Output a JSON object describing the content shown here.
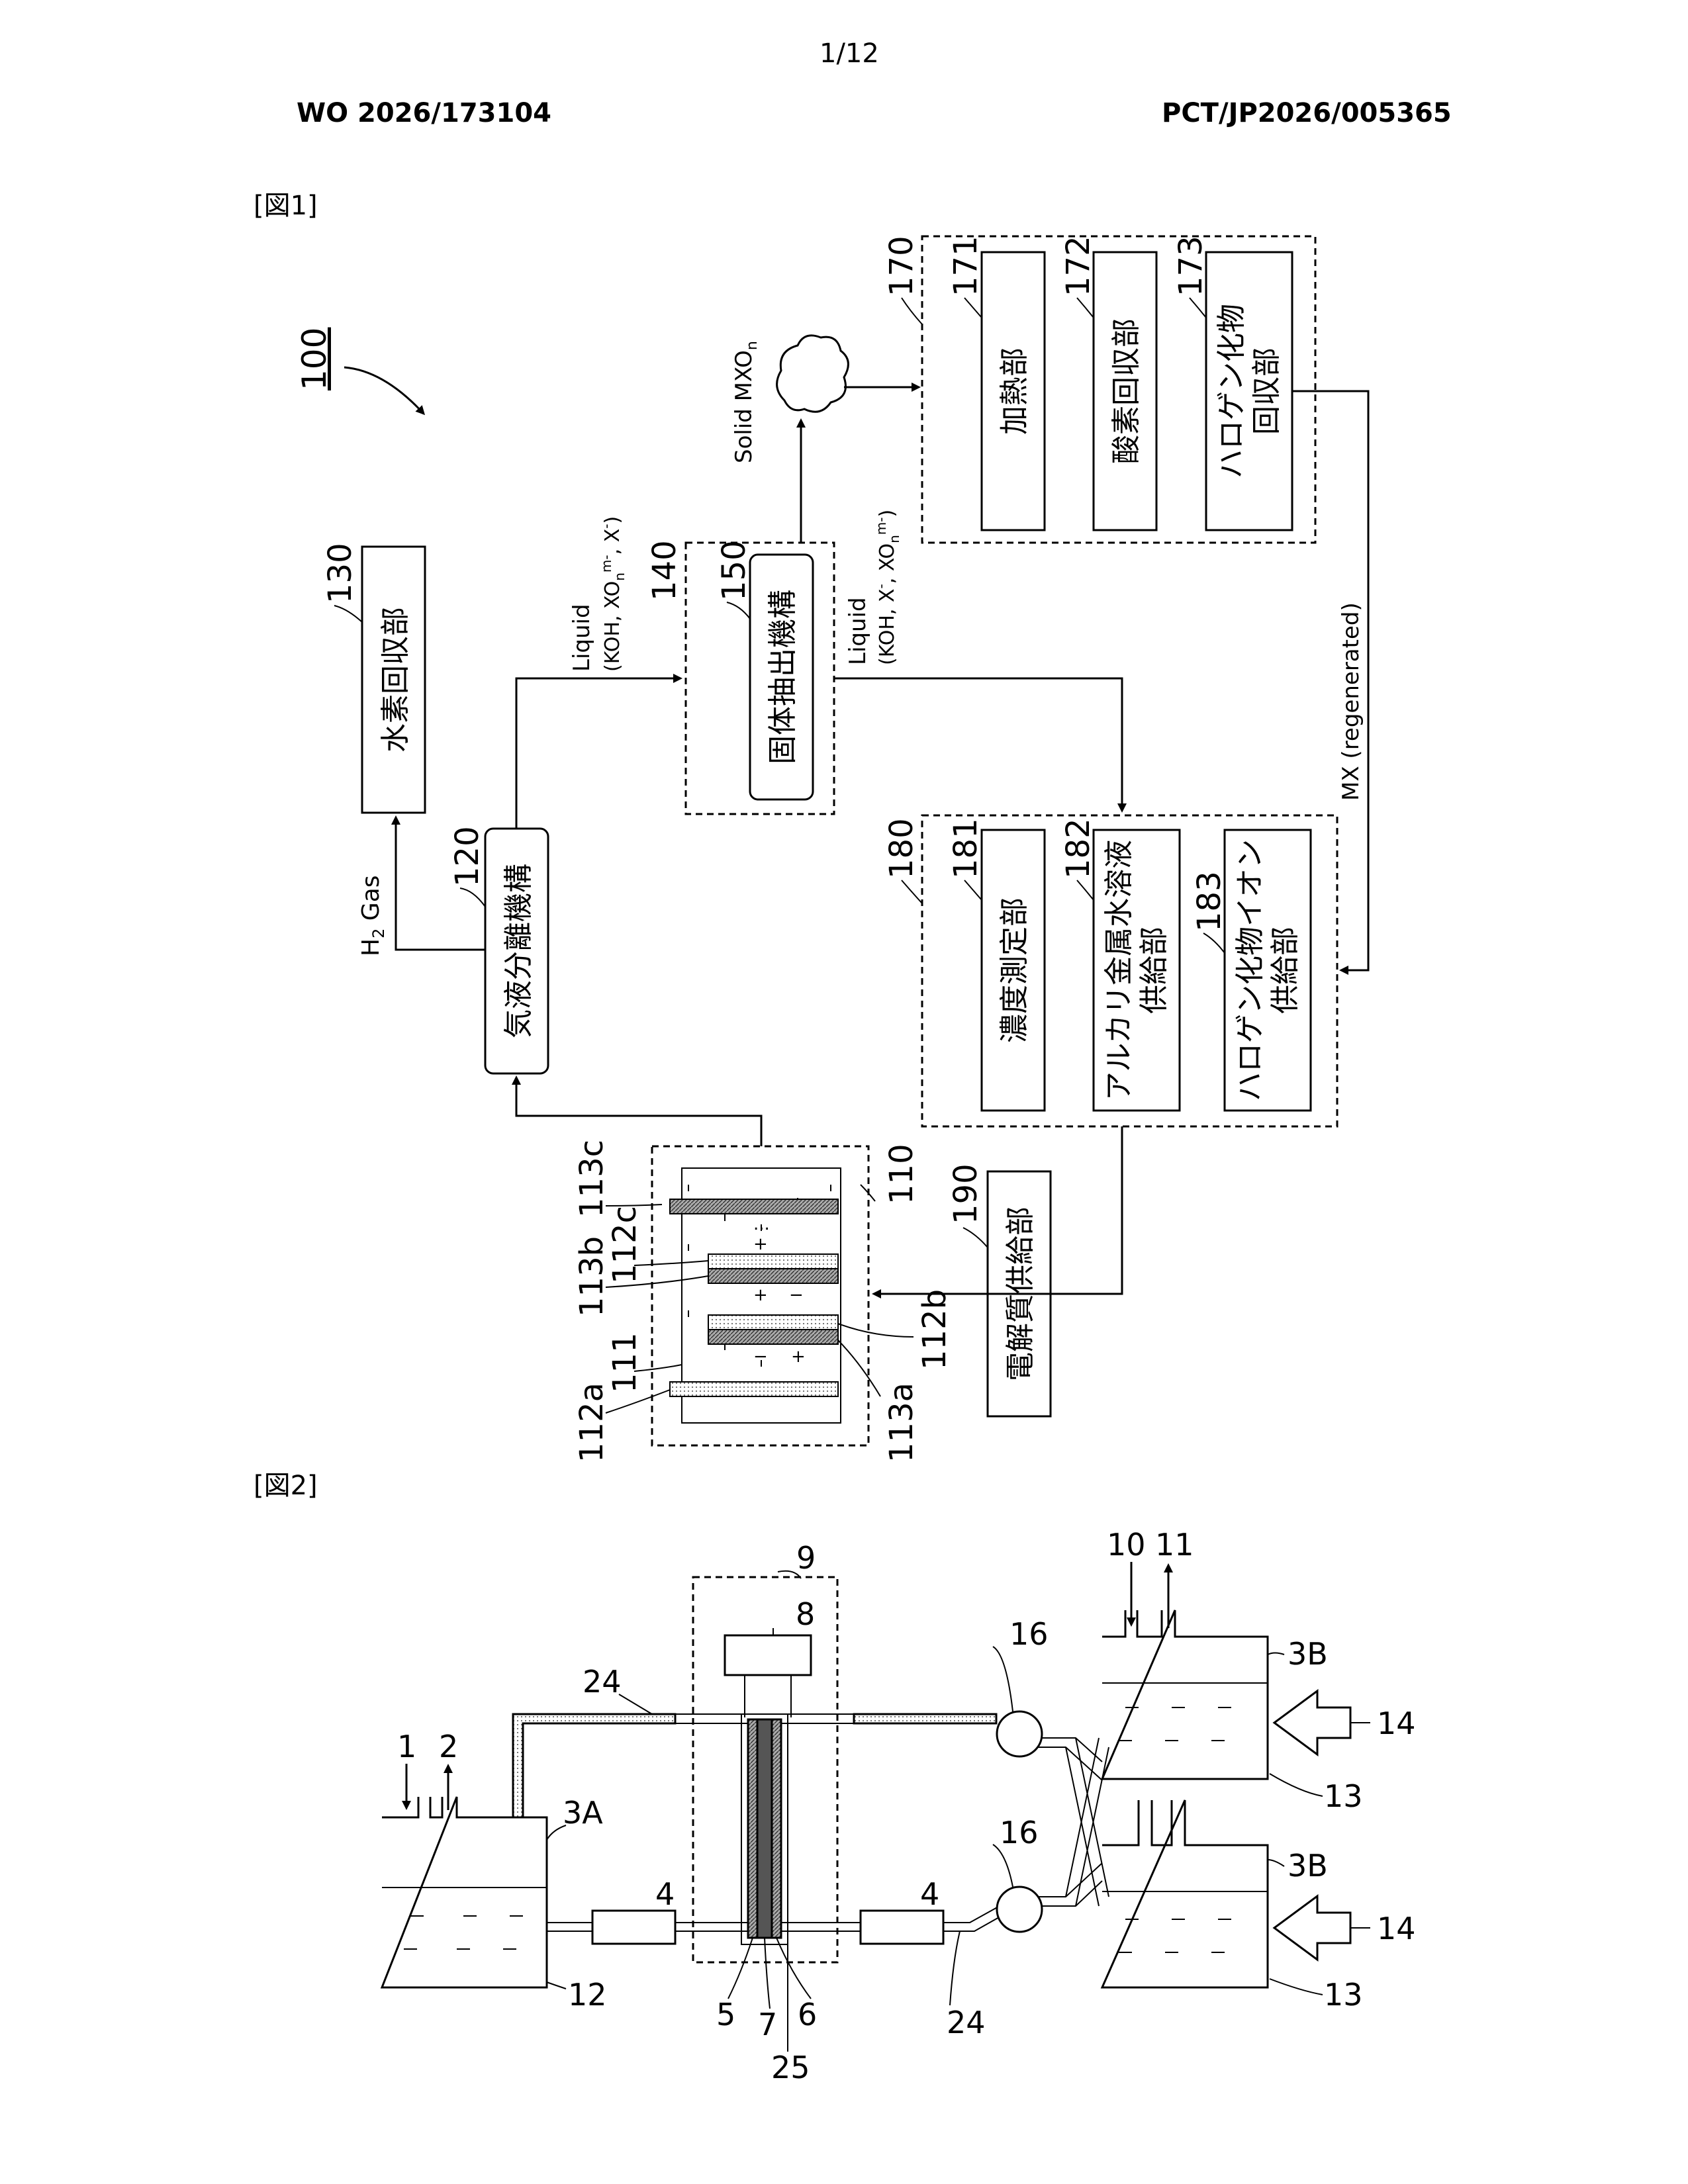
{
  "header": {
    "page_number": "1/12",
    "pub_number": "WO 2026/173104",
    "app_number": "PCT/JP2026/005365"
  },
  "fig1": {
    "caption": "[図1]",
    "system_ref": "100",
    "labels": {
      "r110": "110",
      "r111": "111",
      "r112a": "112a",
      "r112b": "112b",
      "r112c": "112c",
      "r113a": "113a",
      "r113b": "113b",
      "r113c": "113c",
      "r120": "120",
      "r130": "130",
      "r140": "140",
      "r150": "150",
      "r170": "170",
      "r171": "171",
      "r172": "172",
      "r173": "173",
      "r180": "180",
      "r181": "181",
      "r182": "182",
      "r183": "183",
      "r190": "190"
    },
    "boxes": {
      "gas_liquid_separator": "気液分離機構",
      "hydrogen_recovery": "水素回収部",
      "solid_extraction": "固体抽出機構",
      "heating": "加熱部",
      "oxygen_recovery": "酸素回収部",
      "halide_recovery_1": "ハロゲン化物",
      "halide_recovery_2": "回収部",
      "concentration_meas": "濃度測定部",
      "alkali_supply_1": "アルカリ金属水溶液",
      "alkali_supply_2": "供給部",
      "halide_ion_supply_1": "ハロゲン化物イオン",
      "halide_ion_supply_2": "供給部",
      "electrolyte_supply": "電解質供給部"
    },
    "flows": {
      "h2_main": "H",
      "h2_sub": "2",
      "h2_tail": " Gas",
      "liquid1_a": "Liquid",
      "liquid1_b": "(KOH, XO",
      "liquid1_sub": "n",
      "liquid1_sup": "m-",
      "liquid1_c": ", X",
      "liquid1_sup2": "-",
      "liquid1_d": ")",
      "liquid2_a": "Liquid",
      "liquid2_b": "(KOH, X",
      "liquid2_sup": "-",
      "liquid2_c": ", XO",
      "liquid2_sub": "n",
      "liquid2_sup2": "m-",
      "liquid2_d": ")",
      "solid_a": "Solid MXO",
      "solid_sub": "n",
      "mx": "MX (regenerated)"
    }
  },
  "fig2": {
    "caption": "[図2]",
    "labels": {
      "n1": "1",
      "n2": "2",
      "n3A": "3A",
      "n3B_top": "3B",
      "n3B_bot": "3B",
      "n4_left": "4",
      "n4_right": "4",
      "n5": "5",
      "n6": "6",
      "n7": "7",
      "n8": "8",
      "n9": "9",
      "n10": "10",
      "n11": "11",
      "n12": "12",
      "n13_top": "13",
      "n13_bot": "13",
      "n14_top": "14",
      "n14_bot": "14",
      "n16_top": "16",
      "n16_bot": "16",
      "n24_top": "24",
      "n24_bot": "24",
      "n25": "25"
    }
  }
}
